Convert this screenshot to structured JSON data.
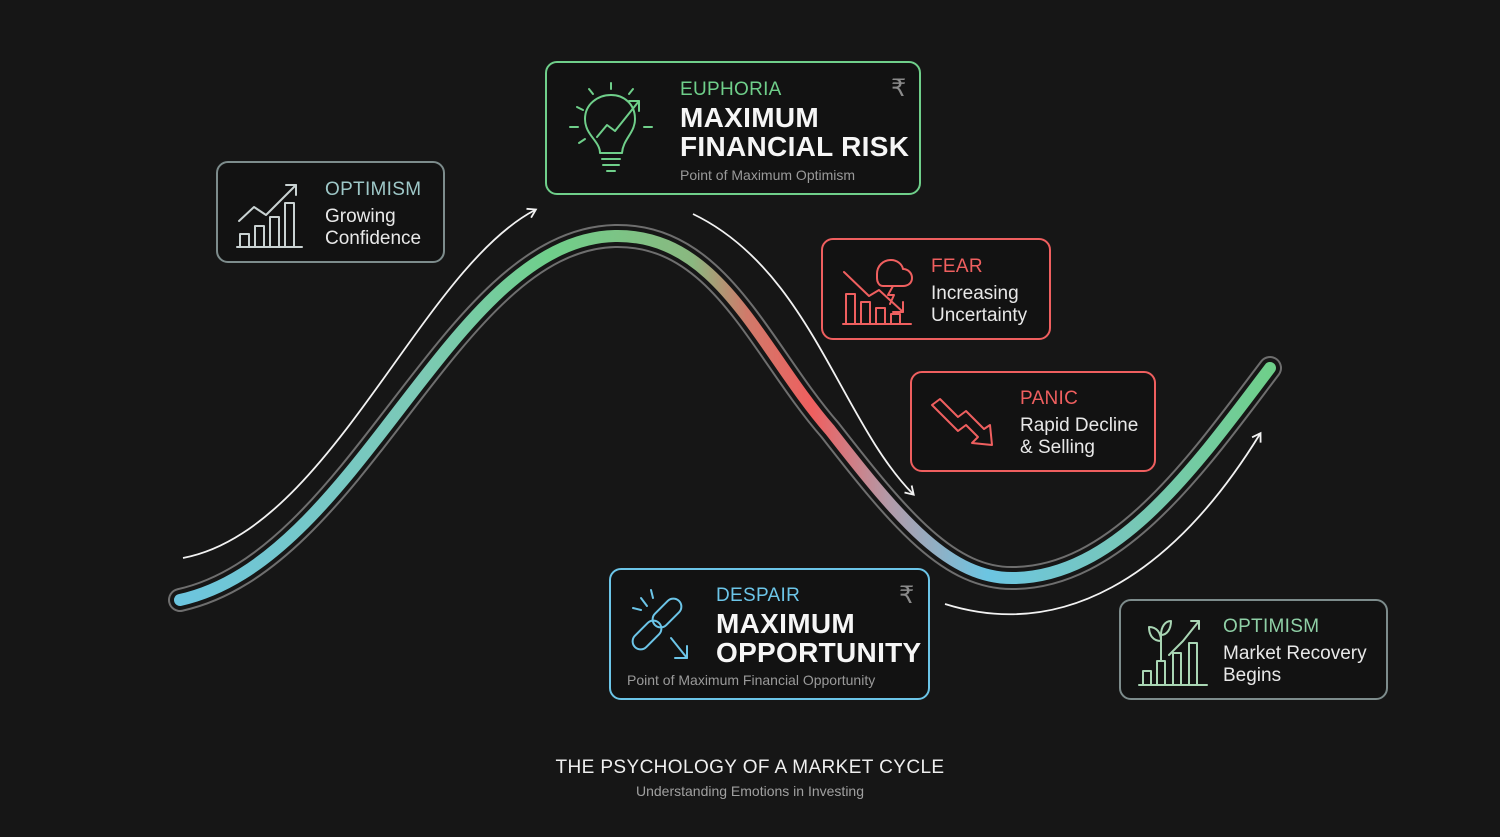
{
  "colors": {
    "background": "#161616",
    "green": "#6fcf8a",
    "teal": "#7ec3c3",
    "red": "#ef5f5f",
    "blue": "#6cc5e8",
    "gray_border": "#7c8c8c"
  },
  "stages": {
    "optimism_start": {
      "label": "OPTIMISM",
      "description_line1": "Growing",
      "description_line2": "Confidence",
      "icon": "rising-bar-chart-icon"
    },
    "euphoria": {
      "label": "EUPHORIA",
      "headline_line1": "MAXIMUM",
      "headline_line2": "FINANCIAL RISK",
      "subtext": "Point of Maximum Optimism",
      "icon": "lightbulb-growth-icon",
      "currency_symbol": "₹"
    },
    "fear": {
      "label": "FEAR",
      "description_line1": "Increasing",
      "description_line2": "Uncertainty",
      "icon": "storm-cloud-falling-chart-icon"
    },
    "panic": {
      "label": "PANIC",
      "description_line1": "Rapid Decline",
      "description_line2": "& Selling",
      "icon": "zigzag-down-arrow-icon"
    },
    "despair": {
      "label": "DESPAIR",
      "headline_line1": "MAXIMUM",
      "headline_line2": "OPPORTUNITY",
      "subtext": "Point of Maximum Financial Opportunity",
      "icon": "broken-chain-icon",
      "currency_symbol": "₹"
    },
    "optimism_end": {
      "label": "OPTIMISM",
      "description_line1": "Market Recovery",
      "description_line2": "Begins",
      "icon": "sprout-growth-chart-icon"
    }
  },
  "footer": {
    "title": "THE PSYCHOLOGY OF A MARKET CYCLE",
    "subtitle": "Understanding Emotions in Investing"
  }
}
